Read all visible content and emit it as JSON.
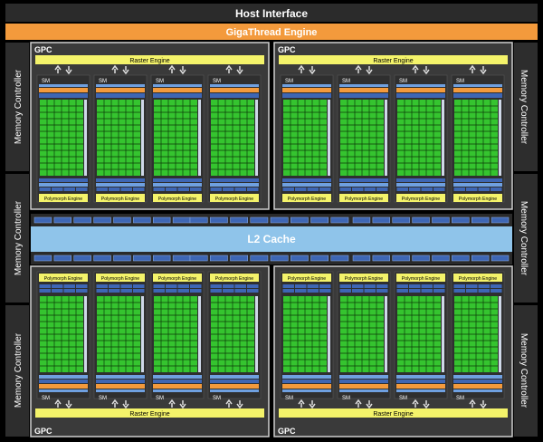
{
  "host_interface": "Host Interface",
  "gigathread": "GigaThread Engine",
  "l2_cache": "L2 Cache",
  "memory_controller": "Memory Controller",
  "gpc": "GPC",
  "raster_engine": "Raster Engine",
  "polymorph_engine": "Polymorph Engine",
  "sm": "SM",
  "colors": {
    "background": "#000000",
    "host_bar": "#2b2b2b",
    "gigathread": "#f39a3c",
    "memory_controller": "#2d2d2d",
    "gpc_fill": "#3a3a3a",
    "gpc_border": "#cfcfcf",
    "raster": "#f4f36a",
    "sm_fill": "#2f2f2f",
    "core_green": "#35c42f",
    "core_grid": "#0c3b0a",
    "blue_bar": "#3e66b4",
    "blue_light": "#6fa0e0",
    "orange_bar": "#f39a3c",
    "l2": "#8fc4ea"
  }
}
